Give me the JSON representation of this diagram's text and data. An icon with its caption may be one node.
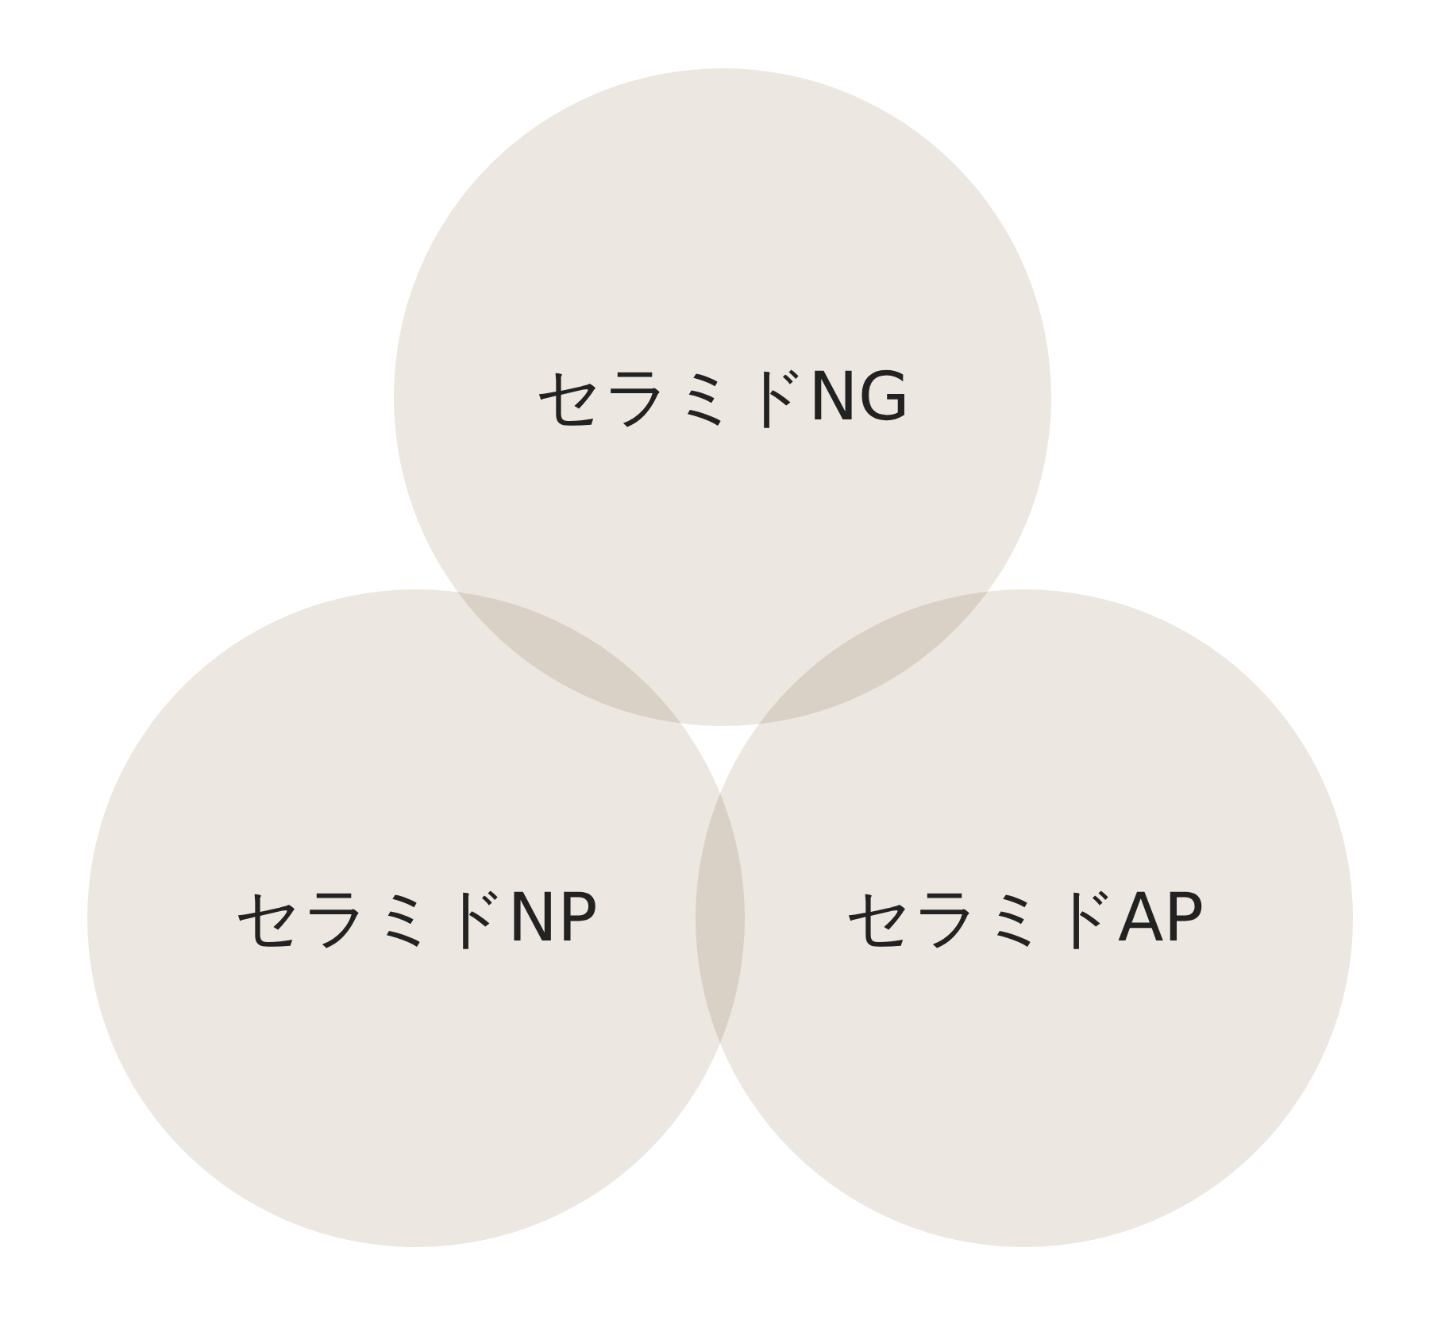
{
  "diagram": {
    "nodes": [
      {
        "text": [
          "セラミドNG"
        ]
      },
      {
        "text": [
          "セラミドNP"
        ]
      },
      {
        "text": [
          "セラミドAP"
        ]
      }
    ]
  }
}
